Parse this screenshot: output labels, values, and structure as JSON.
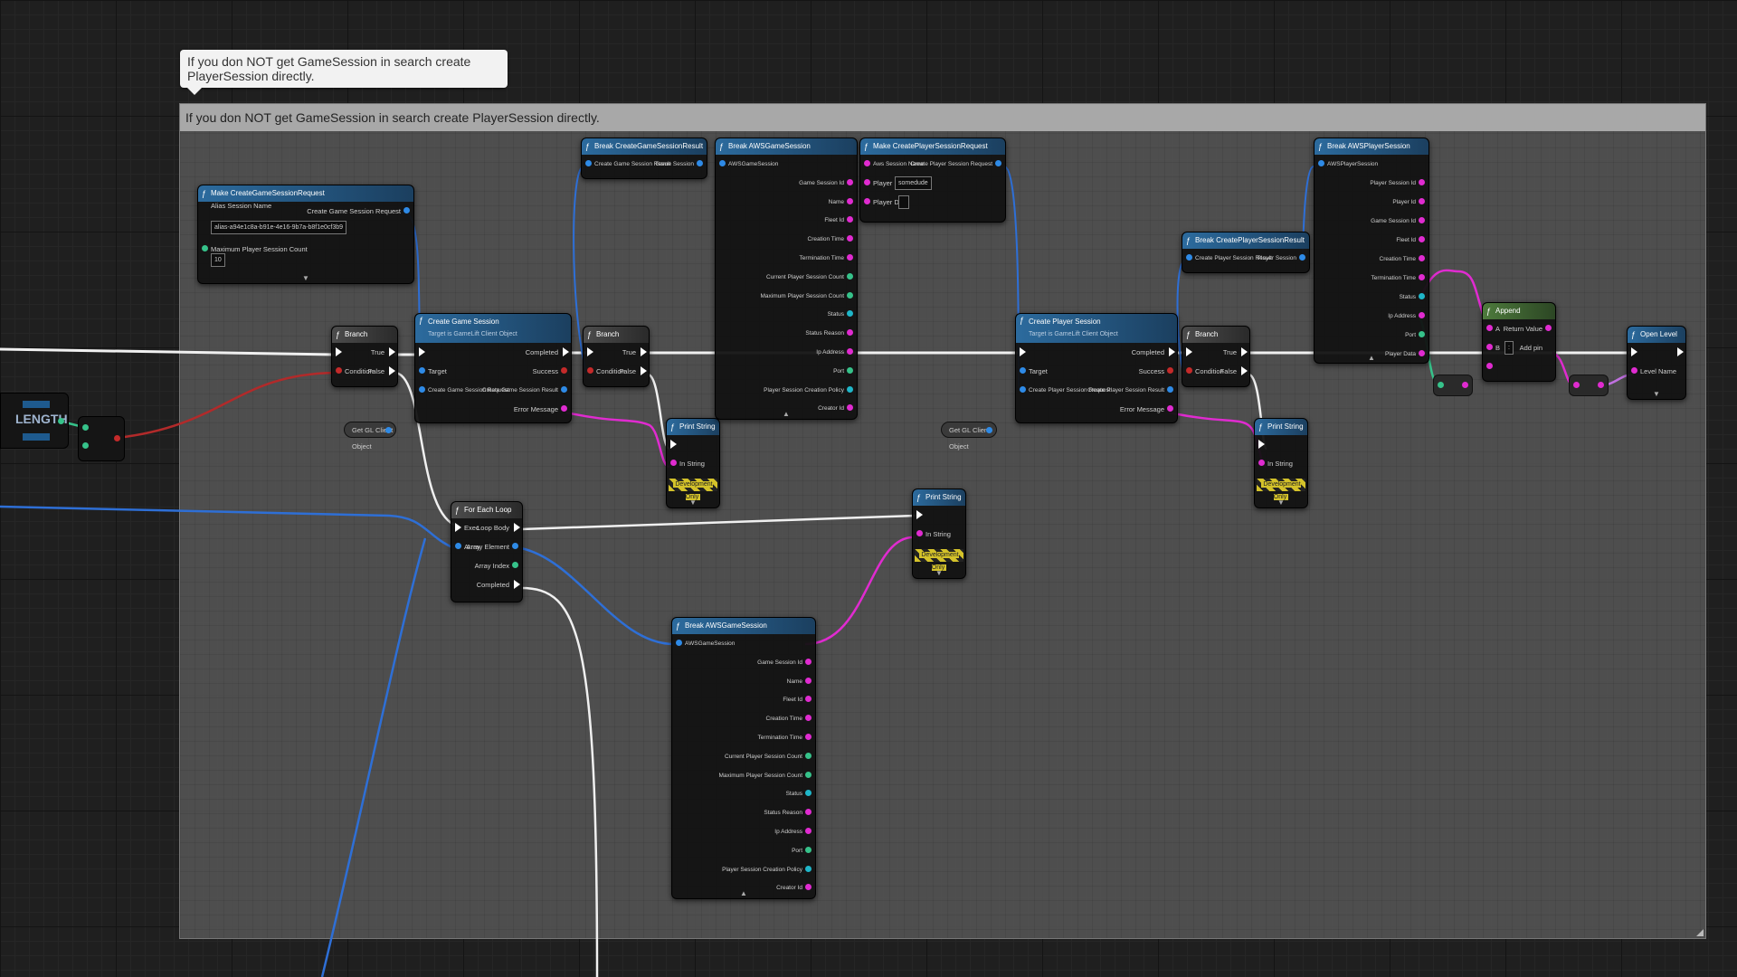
{
  "comment": {
    "bubble_text": "If you don NOT get GameSession in search create PlayerSession directly.",
    "header_text": "If you don NOT get GameSession in search create PlayerSession directly."
  },
  "left_nodes": {
    "length_label": "LENGTH"
  },
  "nodes": {
    "make_create_game_session_request": {
      "title": "Make CreateGameSessionRequest",
      "pins": [
        "Alias Session Name",
        "Maximum Player Session Count",
        "Create Game Session Request"
      ],
      "alias_value": "alias-a94e1c8a-b91e-4e16-9b7a-b8f1e0cf3b9",
      "max_value": "10"
    },
    "branch1": {
      "title": "Branch",
      "true_label": "True",
      "false_label": "False",
      "condition_label": "Condition"
    },
    "create_game_session": {
      "title": "Create Game Session",
      "subtitle": "Target is GameLift Client Object",
      "pins": [
        "Target",
        "Create Game Session Request",
        "Completed",
        "Success",
        "Create Game Session Result",
        "Error Message"
      ]
    },
    "get_client_obj1": {
      "label": "Get GL Client Object"
    },
    "break_create_game_session_result": {
      "title": "Break CreateGameSessionResult",
      "pins": [
        "Create Game Session Result",
        "Game Session"
      ]
    },
    "branch2": {
      "title": "Branch",
      "condition_label": "Condition",
      "true_label": "True",
      "false_label": "False"
    },
    "print_string1": {
      "title": "Print String",
      "in_string_label": "In String",
      "dev_label": "Development Only"
    },
    "break_aws_game_session1": {
      "title": "Break AWSGameSession",
      "pins": [
        "AWSGameSession",
        "Game Session Id",
        "Name",
        "Fleet Id",
        "Creation Time",
        "Termination Time",
        "Current Player Session Count",
        "Maximum Player Session Count",
        "Status",
        "Status Reason",
        "Ip Address",
        "Port",
        "Player Session Creation Policy",
        "Creator Id"
      ]
    },
    "make_create_player_session_request": {
      "title": "Make CreatePlayerSessionRequest",
      "pins": [
        "Aws Session Name",
        "Player Id",
        "Player Data",
        "Create Player Session Request"
      ],
      "player_id_value": "somedude"
    },
    "for_each_loop": {
      "title": "For Each Loop",
      "pins": [
        "Exec",
        "Array",
        "Loop Body",
        "Array Element",
        "Array Index",
        "Completed"
      ]
    },
    "print_string2": {
      "title": "Print String",
      "in_string_label": "In String",
      "dev_label": "Development Only"
    },
    "break_aws_game_session2": {
      "title": "Break AWSGameSession",
      "pins": [
        "AWSGameSession",
        "Game Session Id",
        "Name",
        "Fleet Id",
        "Creation Time",
        "Termination Time",
        "Current Player Session Count",
        "Maximum Player Session Count",
        "Status",
        "Status Reason",
        "Ip Address",
        "Port",
        "Player Session Creation Policy",
        "Creator Id"
      ]
    },
    "get_client_obj2": {
      "label": "Get GL Client Object"
    },
    "create_player_session": {
      "title": "Create Player Session",
      "subtitle": "Target is GameLift Client Object",
      "pins": [
        "Target",
        "Create Player Session Request",
        "Completed",
        "Success",
        "Create Player Session Result",
        "Error Message"
      ]
    },
    "break_create_player_session_result": {
      "title": "Break CreatePlayerSessionResult",
      "pins": [
        "Create Player Session Result",
        "Player Session"
      ]
    },
    "branch3": {
      "title": "Branch",
      "condition_label": "Condition",
      "true_label": "True",
      "false_label": "False"
    },
    "print_string3": {
      "title": "Print String",
      "in_string_label": "In String",
      "dev_label": "Development Only"
    },
    "break_aws_player_session": {
      "title": "Break AWSPlayerSession",
      "pins": [
        "AWSPlayerSession",
        "Player Session Id",
        "Player Id",
        "Game Session Id",
        "Fleet Id",
        "Creation Time",
        "Termination Time",
        "Status",
        "Ip Address",
        "Port",
        "Player Data"
      ]
    },
    "append": {
      "title": "Append",
      "pins": [
        "A",
        "B",
        "Return Value",
        "Add pin"
      ],
      "b_value": ":"
    },
    "open_level": {
      "title": "Open Level",
      "pins": [
        "Level Name"
      ]
    }
  }
}
